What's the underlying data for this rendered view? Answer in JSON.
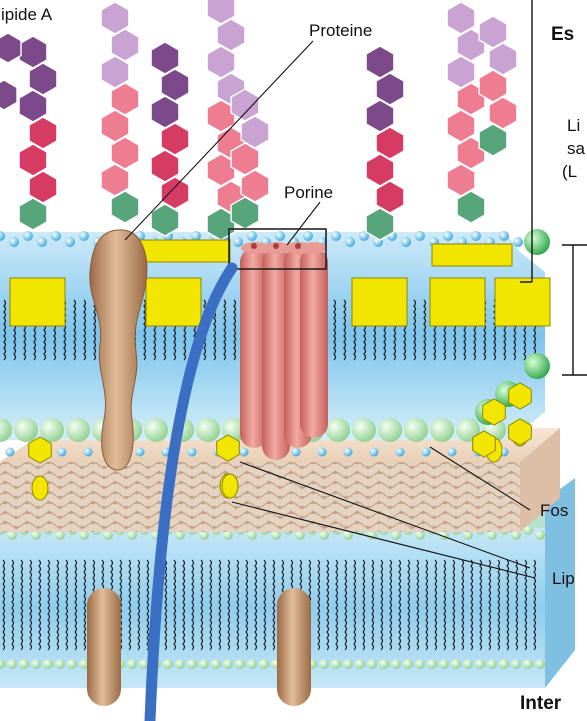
{
  "labels": {
    "lipide_a": "ipide A",
    "proteine": "Proteine",
    "porine": "Porine",
    "esterno": "Es",
    "lps_1": "Li",
    "lps_2": "sa",
    "lps_3": "(L",
    "fosfolipidi": "Fos",
    "lipoproteina": "Lip",
    "interno": "Inter"
  },
  "colors": {
    "hex_dark_purple": "#7c4a8a",
    "hex_light_purple": "#c9a3d2",
    "hex_crimson": "#d63c63",
    "hex_pink": "#ef7d92",
    "hex_green": "#57a57b",
    "hex_light_green": "#9cd4a8",
    "lipid_yellow": "#f2e600",
    "membrane_blue": "#a6d9f2",
    "protein_tan": "#c99a74",
    "porin_red": "#e2837d",
    "peptidoglycan": "#efd9c4",
    "entry_arrow": "#3b6fc4"
  }
}
